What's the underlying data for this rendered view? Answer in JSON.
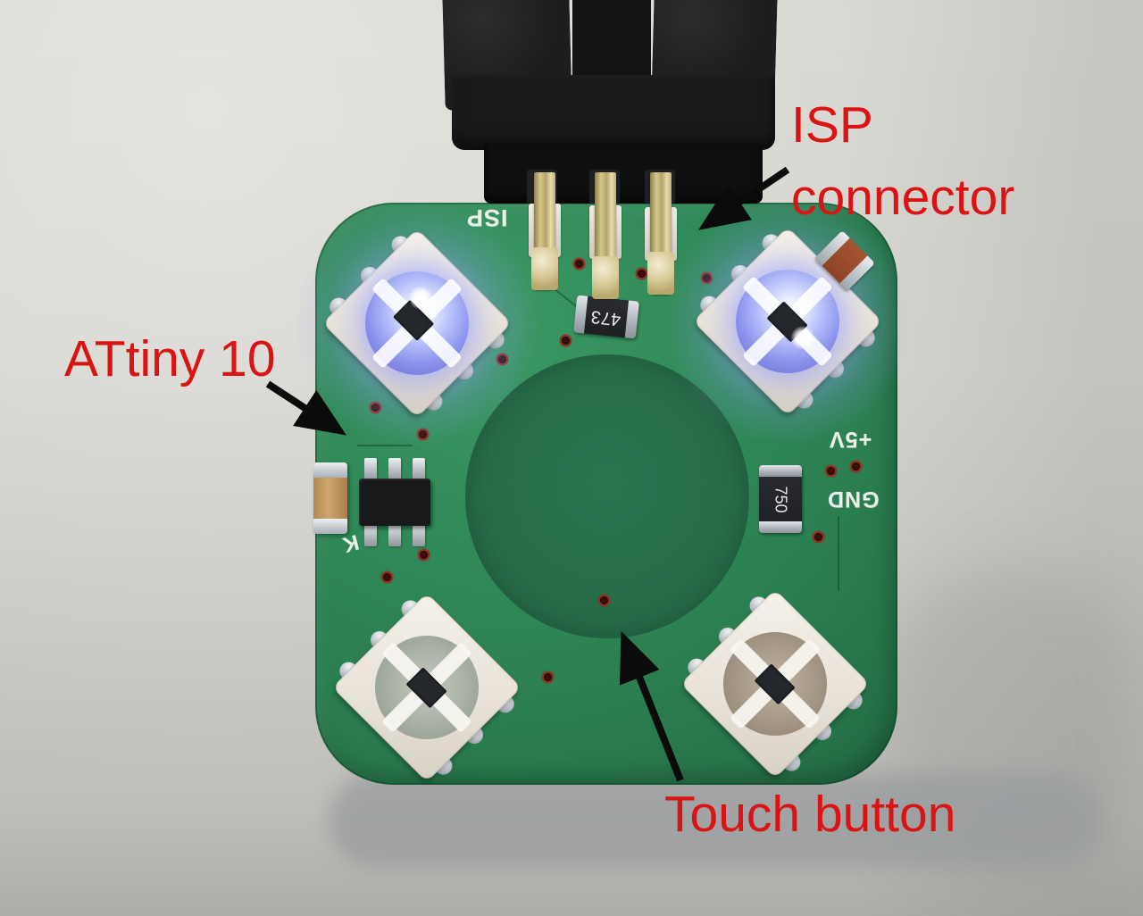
{
  "annotations": {
    "color": "#da1414",
    "isp": {
      "label": "ISP\nconnector"
    },
    "attiny": {
      "label": "ATtiny 10"
    },
    "touch": {
      "label": "Touch button"
    }
  },
  "board": {
    "silkscreen": {
      "isp": "ISP",
      "plus5v": "+5V",
      "gnd": "GND",
      "mark": "K"
    },
    "component_markings": {
      "capacitor_473": "473",
      "resistor_750": "750"
    },
    "colors": {
      "pcb_green": "#2e8454",
      "touch_pad_green": "#276c49",
      "silkscreen_white": "#eaf0e8",
      "annotation_red": "#da1414"
    },
    "leds": [
      {
        "name": "rgb-led-top-left",
        "lit": true
      },
      {
        "name": "rgb-led-top-right",
        "lit": true
      },
      {
        "name": "rgb-led-bottom-left",
        "lit": false
      },
      {
        "name": "rgb-led-bottom-right",
        "lit": false
      }
    ]
  }
}
